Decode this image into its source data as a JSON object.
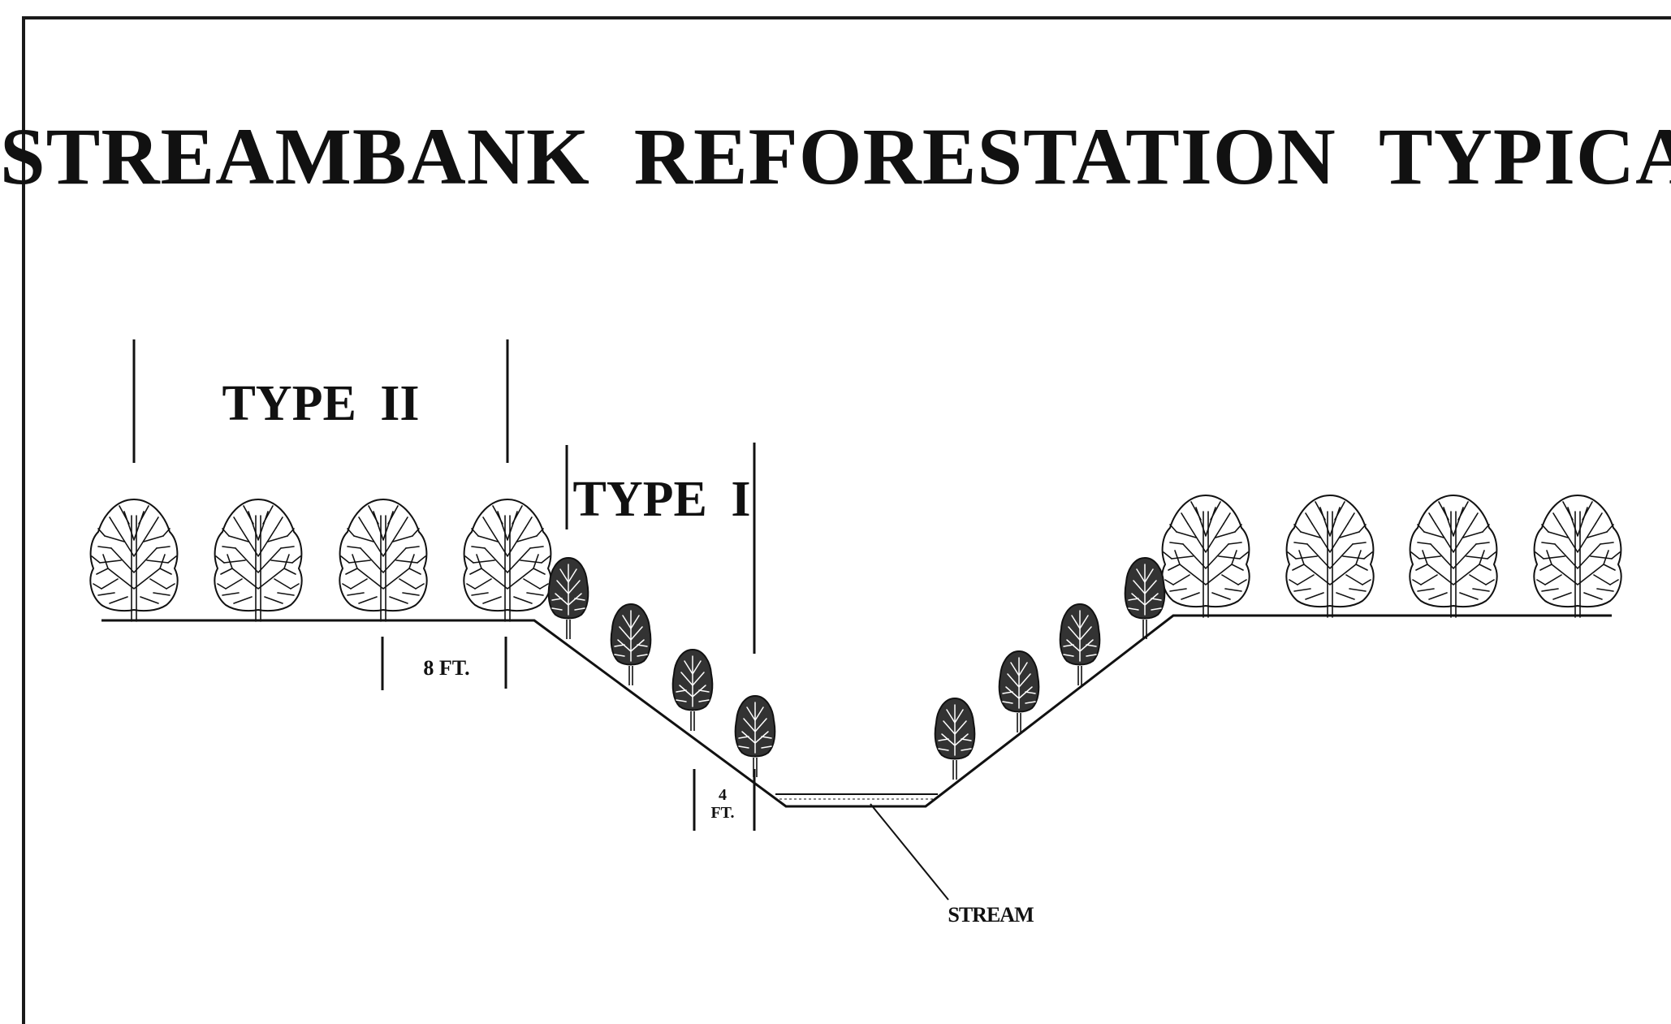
{
  "title": "STREAMBANK  REFORESTATION  TYPICAL",
  "zones": {
    "type2_label": "TYPE II",
    "type1_label": "TYPE I"
  },
  "dimensions": {
    "bench_width": "8 FT.",
    "toe_width_value": "4",
    "toe_width_unit": "FT."
  },
  "callouts": {
    "stream_label": "STREAM"
  },
  "colors": {
    "ink": "#111111",
    "paper": "#ffffff"
  }
}
